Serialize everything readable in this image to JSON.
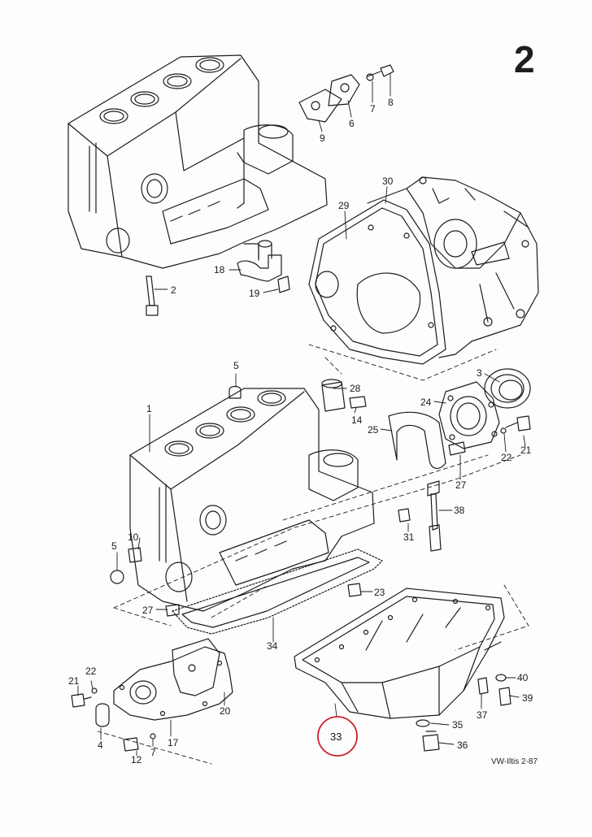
{
  "page_number": "2",
  "footer_reference": "VW-Iltis  2-87",
  "highlight_color": "#cc1f2a",
  "highlighted_callout": "33",
  "callouts": [
    {
      "key": "c8",
      "text": "8"
    },
    {
      "key": "c7a",
      "text": "7"
    },
    {
      "key": "c6",
      "text": "6"
    },
    {
      "key": "c9",
      "text": "9"
    },
    {
      "key": "c2",
      "text": "2"
    },
    {
      "key": "c18",
      "text": "18"
    },
    {
      "key": "c19",
      "text": "19"
    },
    {
      "key": "c30",
      "text": "30"
    },
    {
      "key": "c29",
      "text": "29"
    },
    {
      "key": "c3",
      "text": "3"
    },
    {
      "key": "c5a",
      "text": "5"
    },
    {
      "key": "c28",
      "text": "28"
    },
    {
      "key": "c14",
      "text": "14"
    },
    {
      "key": "c1",
      "text": "1"
    },
    {
      "key": "c24",
      "text": "24"
    },
    {
      "key": "c25",
      "text": "25"
    },
    {
      "key": "c21a",
      "text": "21"
    },
    {
      "key": "c22a",
      "text": "22"
    },
    {
      "key": "c27a",
      "text": "27"
    },
    {
      "key": "c38",
      "text": "38"
    },
    {
      "key": "c31",
      "text": "31"
    },
    {
      "key": "c10",
      "text": "10"
    },
    {
      "key": "c5b",
      "text": "5"
    },
    {
      "key": "c23",
      "text": "23"
    },
    {
      "key": "c27b",
      "text": "27"
    },
    {
      "key": "c34",
      "text": "34"
    },
    {
      "key": "c22b",
      "text": "22"
    },
    {
      "key": "c21b",
      "text": "21"
    },
    {
      "key": "c40",
      "text": "40"
    },
    {
      "key": "c39",
      "text": "39"
    },
    {
      "key": "c37",
      "text": "37"
    },
    {
      "key": "c35",
      "text": "35"
    },
    {
      "key": "c36",
      "text": "36"
    },
    {
      "key": "c20",
      "text": "20"
    },
    {
      "key": "c4",
      "text": "4"
    },
    {
      "key": "c7b",
      "text": "7"
    },
    {
      "key": "c17",
      "text": "17"
    },
    {
      "key": "c12",
      "text": "12"
    },
    {
      "key": "c33",
      "text": "33"
    }
  ]
}
